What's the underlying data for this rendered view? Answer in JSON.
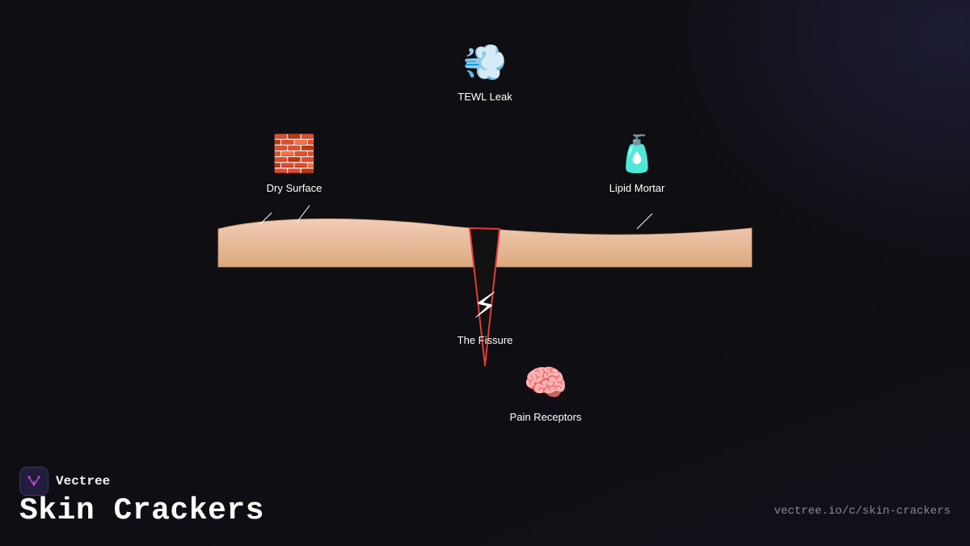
{
  "diagram": {
    "nodes": [
      {
        "id": "tewl",
        "icon": "dash-wind-icon",
        "emoji": "💨",
        "label": "TEWL Leak"
      },
      {
        "id": "dry",
        "icon": "brick-icon",
        "emoji": "🧱",
        "label": "Dry Surface"
      },
      {
        "id": "lipid",
        "icon": "lotion-bottle-icon",
        "emoji": "🧴",
        "label": "Lipid Mortar"
      },
      {
        "id": "fissure",
        "icon": "lightning-icon",
        "emoji": "⚡",
        "label": "The Fissure"
      },
      {
        "id": "pain",
        "icon": "brain-icon",
        "emoji": "🧠",
        "label": "Pain Receptors"
      }
    ]
  },
  "colors": {
    "background": "#0f0e13",
    "skin_top": "#f3cdb8",
    "skin_bottom": "#dba97d",
    "crack_fill": "#111111",
    "crack_edge": "#e23b3b",
    "brand_accent": "#b04ce0"
  },
  "footer": {
    "brand": "Vectree",
    "title": "Skin Crackers",
    "url": "vectree.io/c/skin-crackers"
  }
}
